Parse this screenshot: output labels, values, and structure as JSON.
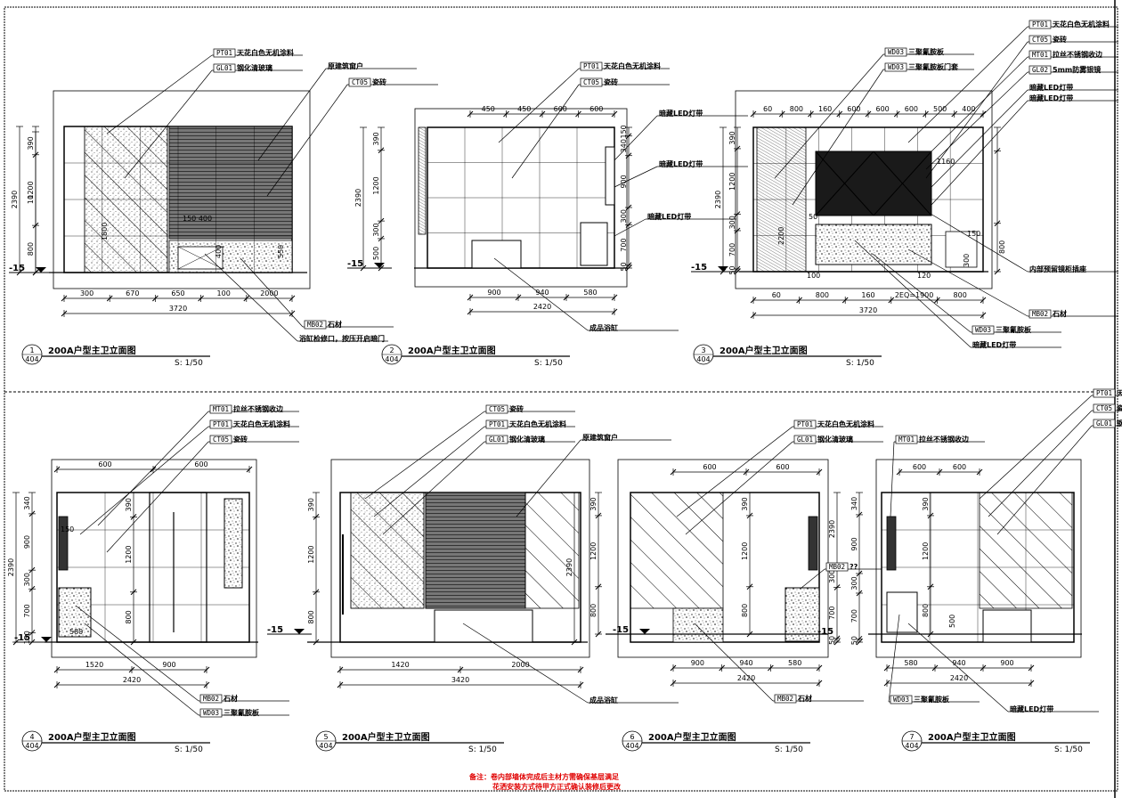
{
  "panels": [
    {
      "num": "1",
      "sheet": "404",
      "title": "200A户型主卫立面图",
      "scale": "S: 1/50",
      "tags": [
        {
          "code": "PT01",
          "text": "天花白色无机涂料"
        },
        {
          "code": "GL01",
          "text": "钢化清玻璃"
        },
        {
          "code": "",
          "text": "原建筑窗户"
        },
        {
          "code": "CT05",
          "text": "瓷砖"
        },
        {
          "code": "MB02",
          "text": "石材"
        },
        {
          "code": "",
          "text": "浴缸检修口，按压开启暗门"
        }
      ],
      "hdims": [
        "300",
        "670",
        "650",
        "100",
        "2000"
      ],
      "htotal": "3720",
      "vdims": [
        "10",
        "390",
        "1200",
        "800"
      ],
      "vtotal": "2390",
      "inner": [
        "150",
        "400",
        "400",
        "550",
        "1800"
      ],
      "level": "-15"
    },
    {
      "num": "2",
      "sheet": "404",
      "title": "200A户型主卫立面图",
      "scale": "S: 1/50",
      "tags": [
        {
          "code": "PT01",
          "text": "天花白色无机涂料"
        },
        {
          "code": "CT05",
          "text": "瓷砖"
        },
        {
          "code": "",
          "text": "暗藏LED灯带"
        },
        {
          "code": "",
          "text": "暗藏LED灯带"
        },
        {
          "code": "",
          "text": "暗藏LED灯带"
        },
        {
          "code": "",
          "text": "成品浴缸"
        }
      ],
      "topdims": [
        "450",
        "450",
        "600",
        "600"
      ],
      "hdims": [
        "900",
        "940",
        "580"
      ],
      "htotal": "2420",
      "vdims": [
        "10",
        "390",
        "1200",
        "300",
        "500"
      ],
      "vtotal": "2390",
      "rdims": [
        "150",
        "340",
        "900",
        "300",
        "700",
        "50"
      ],
      "level": "-15"
    },
    {
      "num": "3",
      "sheet": "404",
      "title": "200A户型主卫立面图",
      "scale": "S: 1/50",
      "tags": [
        {
          "code": "PT01",
          "text": "天花白色无机涂料"
        },
        {
          "code": "CT05",
          "text": "瓷砖"
        },
        {
          "code": "WD03",
          "text": "三聚氰胺板"
        },
        {
          "code": "WD03",
          "text": "三聚氰胺板门套"
        },
        {
          "code": "MT01",
          "text": "拉丝不锈钢收边"
        },
        {
          "code": "GL02",
          "text": "5mm防雾银镜"
        },
        {
          "code": "",
          "text": "暗藏LED灯带"
        },
        {
          "code": "",
          "text": "暗藏LED灯带"
        },
        {
          "code": "",
          "text": "内部预留镜柜插座"
        },
        {
          "code": "MB02",
          "text": "石材"
        },
        {
          "code": "WD03",
          "text": "三聚氰胺板"
        },
        {
          "code": "",
          "text": "暗藏LED灯带"
        }
      ],
      "topdims": [
        "60",
        "800",
        "160",
        "600",
        "600",
        "600",
        "500",
        "400"
      ],
      "hdims": [
        "60",
        "800",
        "160",
        "2EQ=1900",
        "800"
      ],
      "htotal": "3720",
      "vdims": [
        "10",
        "390",
        "1200",
        "300",
        "700",
        "50"
      ],
      "vtotal": "2390",
      "inner": [
        "1160",
        "150",
        "2200",
        "100",
        "120",
        "300",
        "800",
        "50"
      ],
      "level": "-15"
    },
    {
      "num": "4",
      "sheet": "404",
      "title": "200A户型主卫立面图",
      "scale": "S: 1/50",
      "tags": [
        {
          "code": "MT01",
          "text": "拉丝不锈钢收边"
        },
        {
          "code": "PT01",
          "text": "天花白色无机涂料"
        },
        {
          "code": "CT05",
          "text": "瓷砖"
        },
        {
          "code": "MB02",
          "text": "石材"
        },
        {
          "code": "WD03",
          "text": "三聚氰胺板"
        }
      ],
      "topdims": [
        "600",
        "600"
      ],
      "hdims": [
        "1520",
        "900"
      ],
      "htotal": "2420",
      "vdims": [
        "10",
        "340",
        "900",
        "300",
        "700",
        "150"
      ],
      "vtotal": "2390",
      "inner": [
        "390",
        "1200",
        "800",
        "150",
        "580"
      ],
      "level": "-15"
    },
    {
      "num": "5",
      "sheet": "404",
      "title": "200A户型主卫立面图",
      "scale": "S: 1/50",
      "tags": [
        {
          "code": "CT05",
          "text": "瓷砖"
        },
        {
          "code": "PT01",
          "text": "天花白色无机涂料"
        },
        {
          "code": "GL01",
          "text": "钢化清玻璃"
        },
        {
          "code": "",
          "text": "原建筑窗户"
        },
        {
          "code": "",
          "text": "成品浴缸"
        }
      ],
      "hdims": [
        "1420",
        "2000"
      ],
      "htotal": "3420",
      "vdims": [
        "10",
        "390",
        "1200",
        "800"
      ],
      "vtotal": "2390",
      "level": "-15"
    },
    {
      "num": "6",
      "sheet": "404",
      "title": "200A户型主卫立面图",
      "scale": "S: 1/50",
      "tags": [
        {
          "code": "PT01",
          "text": "天花白色无机涂料"
        },
        {
          "code": "GL01",
          "text": "钢化清玻璃"
        },
        {
          "code": "MB02",
          "text": "??"
        },
        {
          "code": "MB02",
          "text": "石材"
        }
      ],
      "topdims": [
        "600",
        "600"
      ],
      "hdims": [
        "900",
        "940",
        "580"
      ],
      "htotal": "2420",
      "vdims": [
        "10",
        "390",
        "1200",
        "800"
      ],
      "vtotal": "2390",
      "rdims": [
        "2390",
        "300",
        "700",
        "50"
      ],
      "level": "-15",
      "level2": "-15"
    },
    {
      "num": "7",
      "sheet": "404",
      "title": "200A户型主卫立面图",
      "scale": "S: 1/50",
      "tags": [
        {
          "code": "MT01",
          "text": "拉丝不锈钢收边"
        },
        {
          "code": "PT01",
          "text": "天"
        },
        {
          "code": "CT05",
          "text": "瓷"
        },
        {
          "code": "GL01",
          "text": "钢"
        },
        {
          "code": "WD03",
          "text": "三聚氰胺板"
        },
        {
          "code": "",
          "text": "暗藏LED灯带"
        }
      ],
      "topdims": [
        "600",
        "600"
      ],
      "hdims": [
        "580",
        "940",
        "900"
      ],
      "htotal": "2420",
      "vdims": [
        "10",
        "340",
        "900",
        "300",
        "700",
        "50"
      ],
      "vtotal": "2390",
      "inner": [
        "390",
        "1200",
        "800",
        "500"
      ],
      "level": "-15"
    }
  ],
  "note": {
    "line1": "备注：卷内部墙体完成后主材方需确保基层满足",
    "line2": "花洒安装方式待甲方正式确认装修后更改"
  }
}
